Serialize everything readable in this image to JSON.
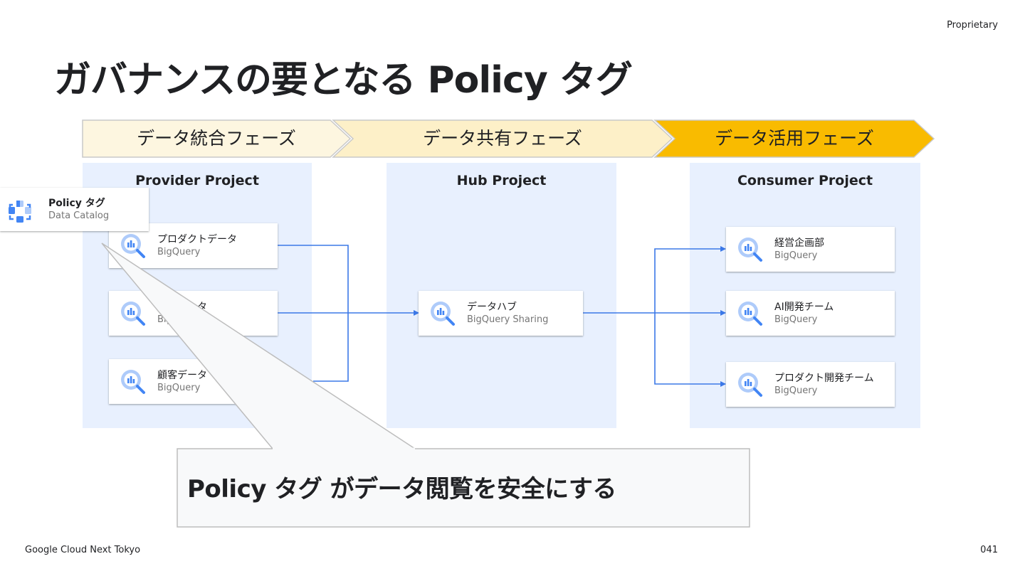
{
  "header": {
    "proprietary": "Proprietary",
    "title": "ガバナンスの要となる  Policy タグ"
  },
  "phases": [
    {
      "label": "データ統合フェーズ",
      "color": "#fdf6e0"
    },
    {
      "label": "データ共有フェーズ",
      "color": "#fdf0c8"
    },
    {
      "label": "データ活用フェーズ",
      "color": "#f9bb00"
    }
  ],
  "provider": {
    "title": "Provider Project",
    "cards": [
      {
        "name": "プロダクトデータ",
        "sub": "BigQuery",
        "icon": "bigquery-icon"
      },
      {
        "name": "販売データ",
        "sub": "BigQuery",
        "icon": "bigquery-icon"
      },
      {
        "name": "顧客データ",
        "sub": "BigQuery",
        "icon": "bigquery-icon"
      }
    ]
  },
  "hub": {
    "title": "Hub Project",
    "card": {
      "name": "データハブ",
      "sub": "BigQuery Sharing",
      "icon": "bigquery-icon"
    }
  },
  "consumer": {
    "title": "Consumer Project",
    "cards": [
      {
        "name": "経営企画部",
        "sub": "BigQuery",
        "icon": "bigquery-icon"
      },
      {
        "name": "AI開発チーム",
        "sub": "BigQuery",
        "icon": "bigquery-icon"
      },
      {
        "name": "プロダクト開発チーム",
        "sub": "BigQuery",
        "icon": "bigquery-icon"
      }
    ]
  },
  "policy_tag": {
    "name": "Policy タグ",
    "sub": "Data Catalog",
    "icon": "data-catalog-icon"
  },
  "callout": {
    "text": "Policy タグ がデータ閲覧を安全にする"
  },
  "footer": {
    "left": "Google Cloud Next Tokyo",
    "page": "041"
  },
  "colors": {
    "panel": "#e8f0fe",
    "connector": "#3b78e7",
    "icon_blue": "#4285f4",
    "icon_light": "#aecbfa",
    "accent": "#f9bb00"
  }
}
